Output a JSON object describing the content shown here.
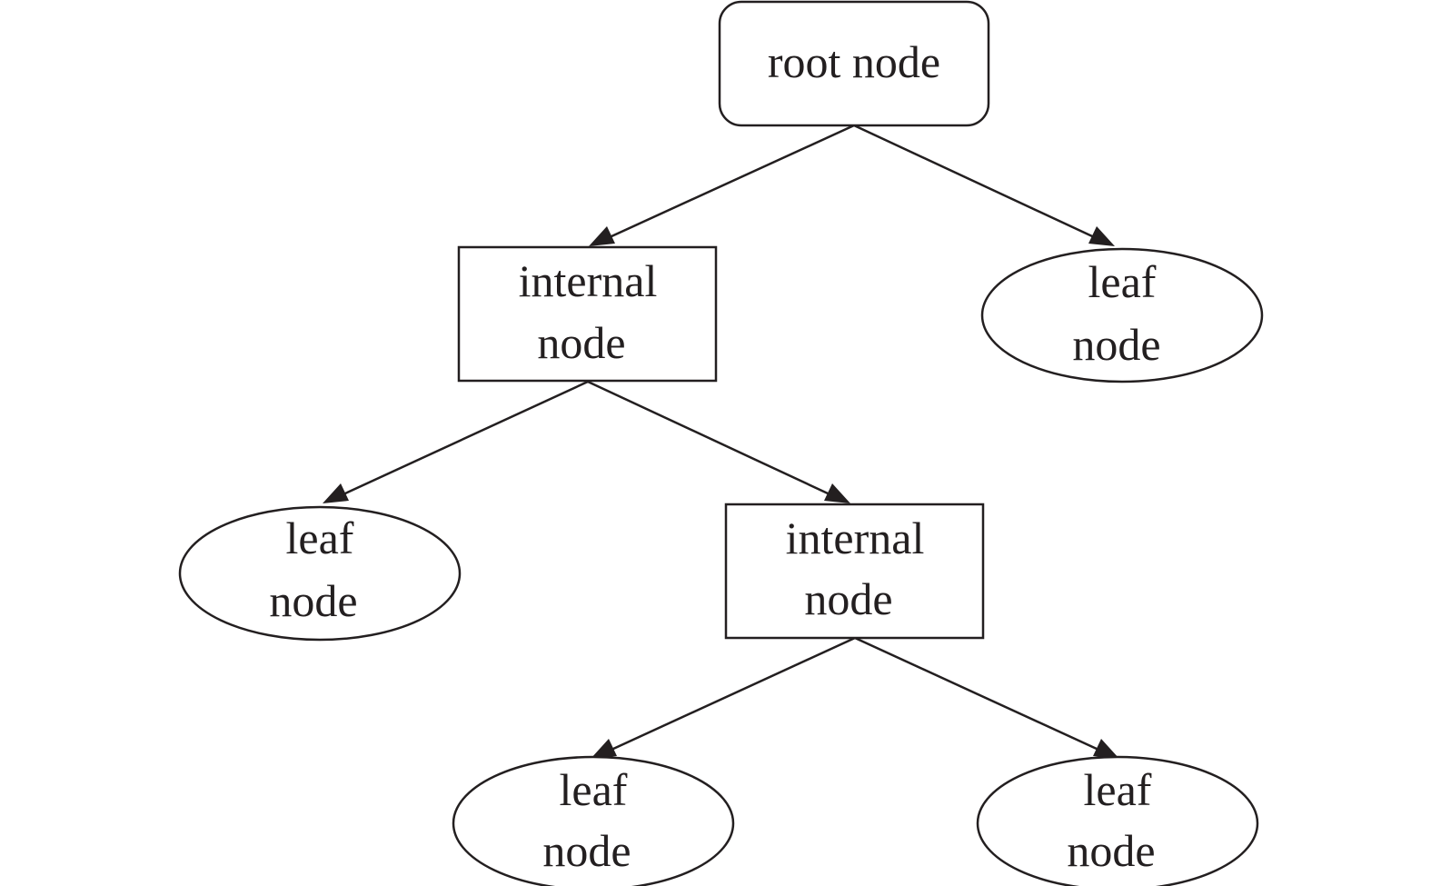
{
  "diagram": {
    "stroke_color": "#231f20",
    "root": {
      "shape": "rounded-rectangle",
      "lines": [
        "root node"
      ]
    },
    "internal_1": {
      "shape": "rectangle",
      "lines": [
        "internal",
        "node"
      ]
    },
    "internal_2": {
      "shape": "rectangle",
      "lines": [
        "internal",
        "node"
      ]
    },
    "leaf_1": {
      "shape": "ellipse",
      "lines": [
        "leaf",
        "node"
      ]
    },
    "leaf_2": {
      "shape": "ellipse",
      "lines": [
        "leaf",
        "node"
      ]
    },
    "leaf_3": {
      "shape": "ellipse",
      "lines": [
        "leaf",
        "node"
      ]
    },
    "leaf_4": {
      "shape": "ellipse",
      "lines": [
        "leaf",
        "node"
      ]
    },
    "edges": [
      {
        "from": "root",
        "to": "internal_1"
      },
      {
        "from": "root",
        "to": "leaf_1"
      },
      {
        "from": "internal_1",
        "to": "leaf_2"
      },
      {
        "from": "internal_1",
        "to": "internal_2"
      },
      {
        "from": "internal_2",
        "to": "leaf_3"
      },
      {
        "from": "internal_2",
        "to": "leaf_4"
      }
    ]
  }
}
